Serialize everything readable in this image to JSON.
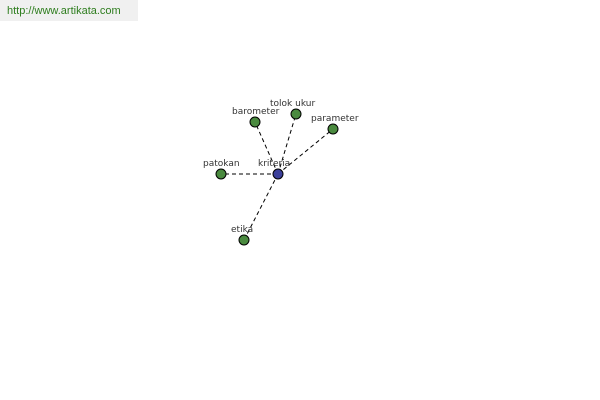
{
  "site_link": {
    "url_text": "http://www.artikata.com",
    "background_color": "#f0f0f0",
    "text_color": "#2e7d1e"
  },
  "colors": {
    "center_node": "#3b3f9a",
    "leaf_node": "#4a8a3f",
    "edge": "#000000",
    "edge_style": "dashed"
  },
  "graph": {
    "center": {
      "id": "kriteria",
      "label": "kriteria"
    },
    "leaves": [
      {
        "id": "barometer",
        "label": "barometer"
      },
      {
        "id": "tolok-ukur",
        "label": "tolok ukur"
      },
      {
        "id": "parameter",
        "label": "parameter"
      },
      {
        "id": "patokan",
        "label": "patokan"
      },
      {
        "id": "etika",
        "label": "etika"
      }
    ]
  }
}
